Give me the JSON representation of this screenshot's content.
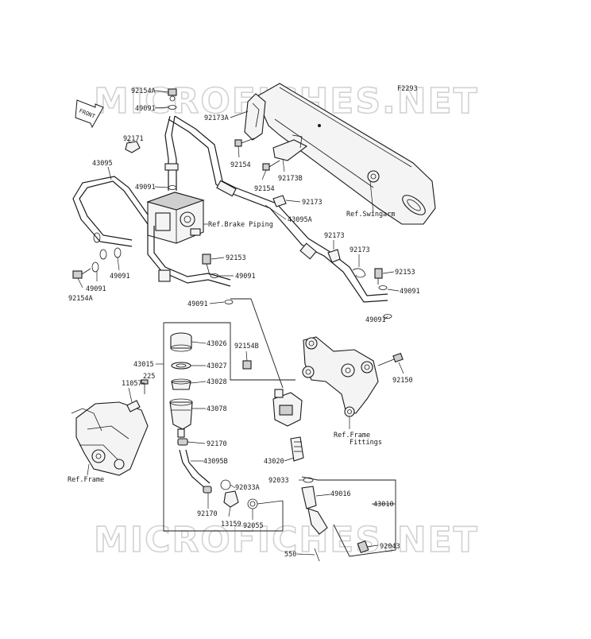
{
  "watermark": {
    "top": "MICROFICHES.NET",
    "bottom": "MICROFICHES.NET"
  },
  "figure_code": "F2293",
  "front_badge": "FRONT",
  "refs": {
    "brake_piping": "Ref.Brake Piping",
    "swingarm": "Ref.Swingarm",
    "frame_fittings_1": "Ref.Frame",
    "frame_fittings_2": "Fittings",
    "frame": "Ref.Frame"
  },
  "parts": {
    "p92154A_top": "92154A",
    "p49091_top": "49091",
    "p92171": "92171",
    "p43095": "43095",
    "p49091_mid": "49091",
    "p92173A": "92173A",
    "p92154_a": "92154",
    "p92173B": "92173B",
    "p92154_b": "92154",
    "p92173_a": "92173",
    "p43095A": "43095A",
    "p92173_b": "92173",
    "p92173_c": "92173",
    "p92153_a": "92153",
    "p92153_b": "92153",
    "p49091_a": "49091",
    "p49091_b": "49091",
    "p49091_c": "49091",
    "p49091_d": "49091",
    "p49091_e": "49091",
    "p49091_f": "49091",
    "p92154A_bot": "92154A",
    "p43015": "43015",
    "p43026": "43026",
    "p43027": "43027",
    "p43028": "43028",
    "p43078": "43078",
    "p92154B": "92154B",
    "p11057": "11057",
    "p225": "225",
    "p92170_a": "92170",
    "p43095B": "43095B",
    "p92033A": "92033A",
    "p92170_b": "92170",
    "p13159": "13159",
    "p92055": "92055",
    "p43020": "43020",
    "p92033": "92033",
    "p49016": "49016",
    "p43010": "43010",
    "p92043": "92043",
    "p550": "550",
    "p92150": "92150"
  }
}
